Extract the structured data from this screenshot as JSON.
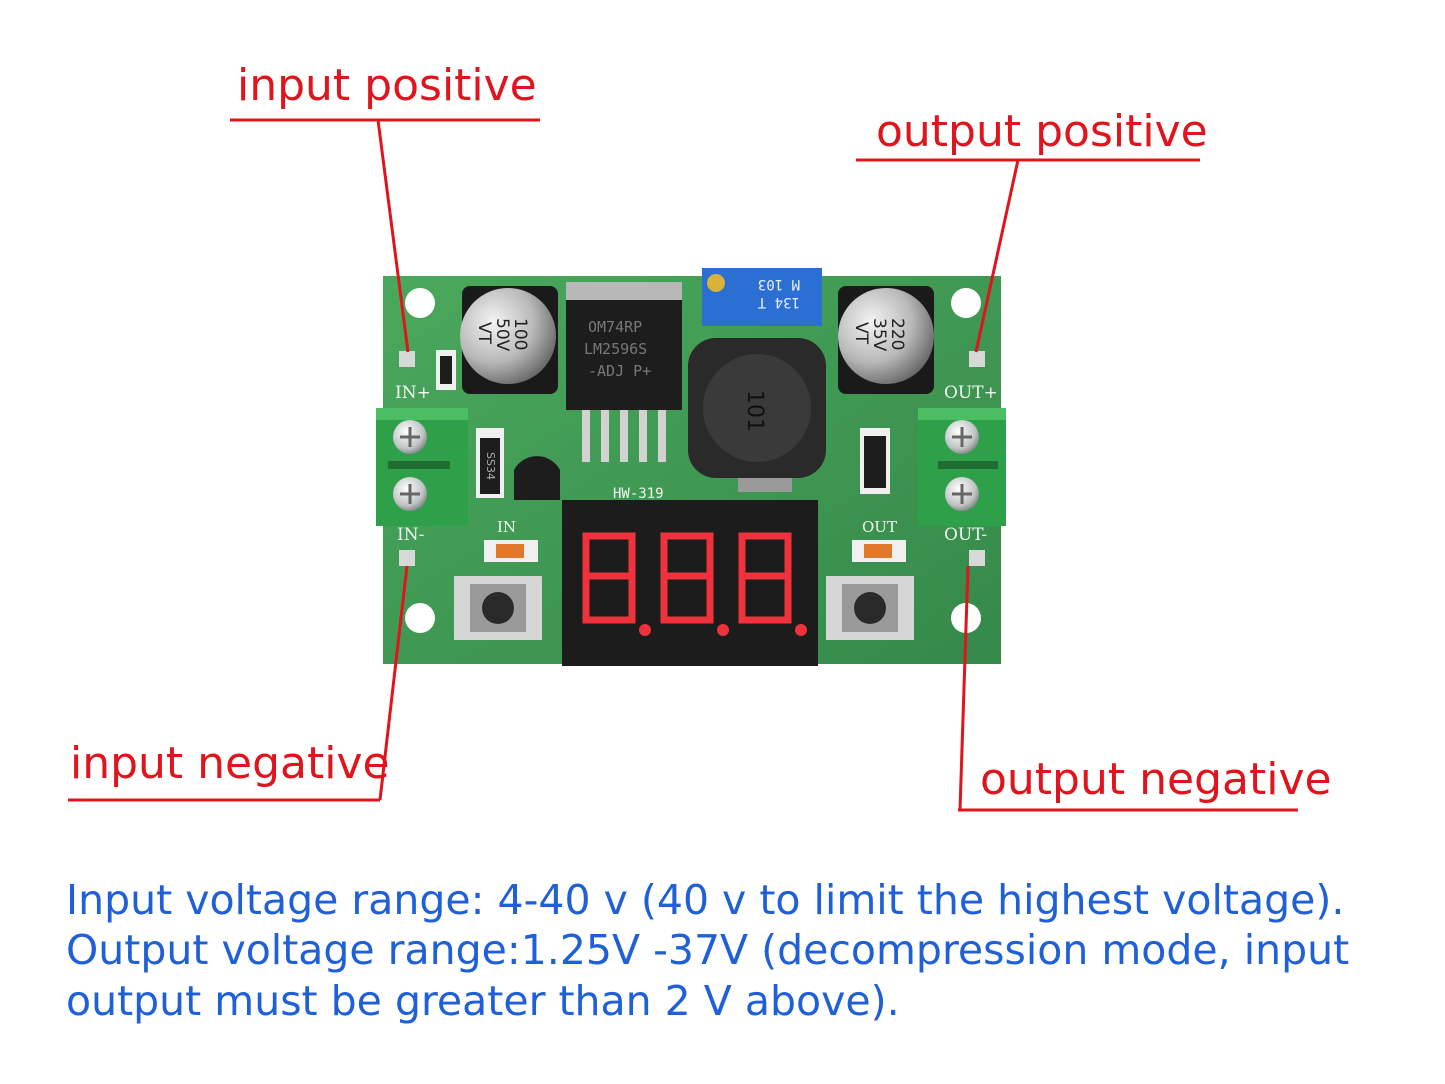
{
  "labels": {
    "input_positive": "input positive",
    "output_positive": "output positive",
    "input_negative": "input negative",
    "output_negative": "output negative"
  },
  "board": {
    "silk_in_plus": "IN+",
    "silk_in_minus": "IN-",
    "silk_out_plus": "OUT+",
    "silk_out_minus": "OUT-",
    "silk_in": "IN",
    "silk_out": "OUT",
    "model": "HW-319",
    "chip_line1": "OM74RP",
    "chip_line2": "LM2596S",
    "chip_line3": "-ADJ P+",
    "inductor": "101",
    "pot_line1": "M 103",
    "pot_line2": "134 T",
    "cap_left_value": "100",
    "cap_left_voltage": "50V",
    "cap_left_series": "VT",
    "cap_right_value": "220",
    "cap_right_voltage": "35V",
    "cap_right_series": "VT",
    "diode": "SS34"
  },
  "description": {
    "line1": "Input voltage range: 4-40 v (40 v to limit the highest voltage).",
    "line2": "Output voltage range:1.25V -37V (decompression mode, input",
    "line3": "output must be greater than 2 V above)."
  },
  "colors": {
    "callout": "#e0141c",
    "description": "#1f5fd8",
    "pcb": "#3f9a52",
    "terminal": "#2fa04a"
  }
}
